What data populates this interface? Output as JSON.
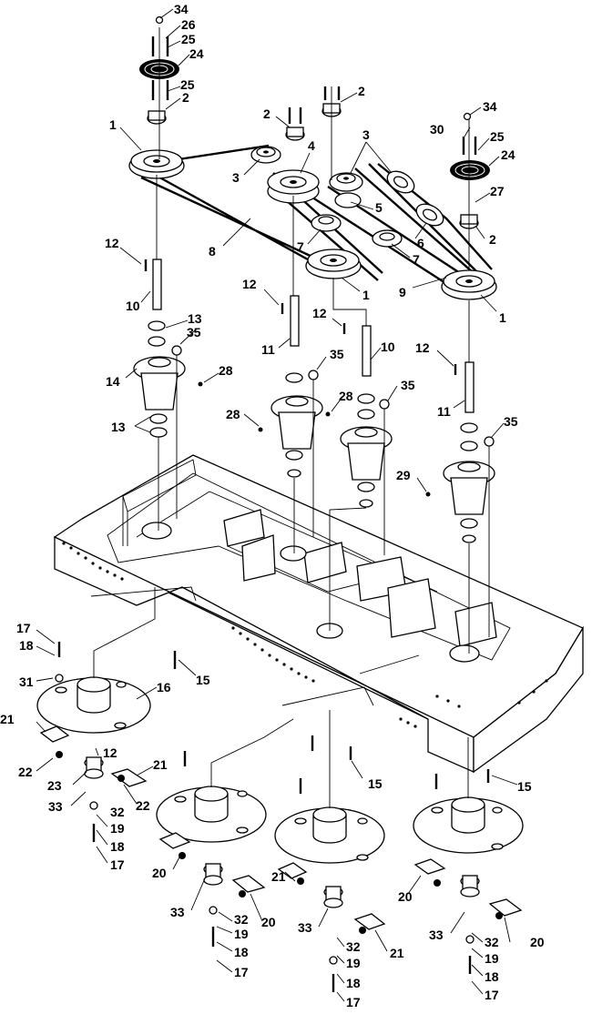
{
  "callouts": [
    {
      "id": "c-34a",
      "text": "34"
    },
    {
      "id": "c-26",
      "text": "26"
    },
    {
      "id": "c-25a",
      "text": "25"
    },
    {
      "id": "c-24a",
      "text": "24"
    },
    {
      "id": "c-25b",
      "text": "25"
    },
    {
      "id": "c-2a",
      "text": "2"
    },
    {
      "id": "c-1a",
      "text": "1"
    },
    {
      "id": "c-2b",
      "text": "2"
    },
    {
      "id": "c-2c",
      "text": "2"
    },
    {
      "id": "c-3a",
      "text": "3"
    },
    {
      "id": "c-4",
      "text": "4"
    },
    {
      "id": "c-3b",
      "text": "3"
    },
    {
      "id": "c-34b",
      "text": "34"
    },
    {
      "id": "c-30",
      "text": "30"
    },
    {
      "id": "c-25c",
      "text": "25"
    },
    {
      "id": "c-24b",
      "text": "24"
    },
    {
      "id": "c-27",
      "text": "27"
    },
    {
      "id": "c-5",
      "text": "5"
    },
    {
      "id": "c-2d",
      "text": "2"
    },
    {
      "id": "c-6",
      "text": "6"
    },
    {
      "id": "c-7a",
      "text": "7"
    },
    {
      "id": "c-7b",
      "text": "7"
    },
    {
      "id": "c-8",
      "text": "8"
    },
    {
      "id": "c-12a",
      "text": "12"
    },
    {
      "id": "c-1b",
      "text": "1"
    },
    {
      "id": "c-9",
      "text": "9"
    },
    {
      "id": "c-1c",
      "text": "1"
    },
    {
      "id": "c-10a",
      "text": "10"
    },
    {
      "id": "c-12b",
      "text": "12"
    },
    {
      "id": "c-13a",
      "text": "13"
    },
    {
      "id": "c-35a",
      "text": "35"
    },
    {
      "id": "c-12c",
      "text": "12"
    },
    {
      "id": "c-11a",
      "text": "11"
    },
    {
      "id": "c-10b",
      "text": "10"
    },
    {
      "id": "c-12d",
      "text": "12"
    },
    {
      "id": "c-14",
      "text": "14"
    },
    {
      "id": "c-28a",
      "text": "28"
    },
    {
      "id": "c-35b",
      "text": "35"
    },
    {
      "id": "c-28b",
      "text": "28"
    },
    {
      "id": "c-35c",
      "text": "35"
    },
    {
      "id": "c-11b",
      "text": "11"
    },
    {
      "id": "c-13b",
      "text": "13"
    },
    {
      "id": "c-28c",
      "text": "28"
    },
    {
      "id": "c-35d",
      "text": "35"
    },
    {
      "id": "c-29",
      "text": "29"
    },
    {
      "id": "c-17a",
      "text": "17"
    },
    {
      "id": "c-18a",
      "text": "18"
    },
    {
      "id": "c-31",
      "text": "31"
    },
    {
      "id": "c-16",
      "text": "16"
    },
    {
      "id": "c-15a",
      "text": "15"
    },
    {
      "id": "c-21a",
      "text": "21"
    },
    {
      "id": "c-22a",
      "text": "22"
    },
    {
      "id": "c-12e",
      "text": "12"
    },
    {
      "id": "c-21b",
      "text": "21"
    },
    {
      "id": "c-23",
      "text": "23"
    },
    {
      "id": "c-33a",
      "text": "33"
    },
    {
      "id": "c-22b",
      "text": "22"
    },
    {
      "id": "c-32a",
      "text": "32"
    },
    {
      "id": "c-19a",
      "text": "19"
    },
    {
      "id": "c-18b",
      "text": "18"
    },
    {
      "id": "c-17b",
      "text": "17"
    },
    {
      "id": "c-15b",
      "text": "15"
    },
    {
      "id": "c-15c",
      "text": "15"
    },
    {
      "id": "c-20a",
      "text": "20"
    },
    {
      "id": "c-21c",
      "text": "21"
    },
    {
      "id": "c-20b",
      "text": "20"
    },
    {
      "id": "c-33b",
      "text": "33"
    },
    {
      "id": "c-32b",
      "text": "32"
    },
    {
      "id": "c-19b",
      "text": "19"
    },
    {
      "id": "c-18c",
      "text": "18"
    },
    {
      "id": "c-17c",
      "text": "17"
    },
    {
      "id": "c-20c",
      "text": "20"
    },
    {
      "id": "c-33c",
      "text": "33"
    },
    {
      "id": "c-32c",
      "text": "32"
    },
    {
      "id": "c-19c",
      "text": "19"
    },
    {
      "id": "c-18d",
      "text": "18"
    },
    {
      "id": "c-17d",
      "text": "17"
    },
    {
      "id": "c-21d",
      "text": "21"
    },
    {
      "id": "c-20d",
      "text": "20"
    },
    {
      "id": "c-33d",
      "text": "33"
    },
    {
      "id": "c-32d",
      "text": "32"
    },
    {
      "id": "c-19d",
      "text": "19"
    },
    {
      "id": "c-18e",
      "text": "18"
    },
    {
      "id": "c-17e",
      "text": "17"
    }
  ]
}
